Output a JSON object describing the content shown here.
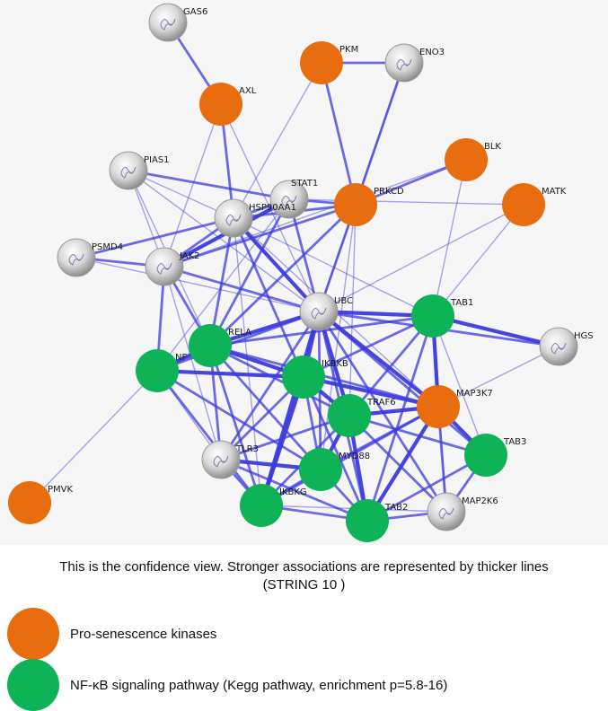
{
  "network": {
    "colors": {
      "kinase": "#e86d0e",
      "nfkb": "#0db356",
      "protein": "#d4d4d4",
      "edge": "#3b3be0"
    },
    "nodes": [
      {
        "id": "GAS6",
        "label": "GAS6",
        "group": "protein"
      },
      {
        "id": "PKM",
        "label": "PKM",
        "group": "kinase"
      },
      {
        "id": "ENO3",
        "label": "ENO3",
        "group": "protein"
      },
      {
        "id": "AXL",
        "label": "AXL",
        "group": "kinase"
      },
      {
        "id": "BLK",
        "label": "BLK",
        "group": "kinase"
      },
      {
        "id": "PIAS1",
        "label": "PIAS1",
        "group": "protein"
      },
      {
        "id": "STAT1",
        "label": "STAT1",
        "group": "protein"
      },
      {
        "id": "PRKCD",
        "label": "PRKCD",
        "group": "kinase"
      },
      {
        "id": "MATK",
        "label": "MATK",
        "group": "kinase"
      },
      {
        "id": "HSP90AA1",
        "label": "HSP90AA1",
        "group": "protein"
      },
      {
        "id": "PSMD4",
        "label": "PSMD4",
        "group": "protein"
      },
      {
        "id": "JAK2",
        "label": "JAK2",
        "group": "protein"
      },
      {
        "id": "UBC",
        "label": "UBC",
        "group": "protein"
      },
      {
        "id": "TAB1",
        "label": "TAB1",
        "group": "nfkb"
      },
      {
        "id": "RELA",
        "label": "RELA",
        "group": "nfkb"
      },
      {
        "id": "HGS",
        "label": "HGS",
        "group": "protein"
      },
      {
        "id": "NF",
        "label": "NF",
        "group": "nfkb"
      },
      {
        "id": "IKBKB",
        "label": "IKBKB",
        "group": "nfkb"
      },
      {
        "id": "MAP3K7",
        "label": "MAP3K7",
        "group": "kinase"
      },
      {
        "id": "TRAF6",
        "label": "TRAF6",
        "group": "nfkb"
      },
      {
        "id": "TAB3",
        "label": "TAB3",
        "group": "nfkb"
      },
      {
        "id": "TLR3",
        "label": "TLR3",
        "group": "protein"
      },
      {
        "id": "MYD88",
        "label": "MYD88",
        "group": "nfkb"
      },
      {
        "id": "PMVK",
        "label": "PMVK",
        "group": "kinase"
      },
      {
        "id": "IKBKG",
        "label": "IKBKG",
        "group": "nfkb"
      },
      {
        "id": "MAP2K6",
        "label": "MAP2K6",
        "group": "protein"
      },
      {
        "id": "TAB2",
        "label": "TAB2",
        "group": "nfkb"
      }
    ],
    "edges": [
      [
        "GAS6",
        "AXL",
        2
      ],
      [
        "PKM",
        "ENO3",
        2
      ],
      [
        "PKM",
        "PRKCD",
        2
      ],
      [
        "PKM",
        "HSP90AA1",
        1
      ],
      [
        "ENO3",
        "PRKCD",
        2
      ],
      [
        "ENO3",
        "UBC",
        1
      ],
      [
        "AXL",
        "HSP90AA1",
        2
      ],
      [
        "AXL",
        "JAK2",
        1
      ],
      [
        "AXL",
        "UBC",
        1
      ],
      [
        "BLK",
        "PRKCD",
        2
      ],
      [
        "BLK",
        "TAB1",
        1
      ],
      [
        "BLK",
        "JAK2",
        1
      ],
      [
        "MATK",
        "STAT1",
        1
      ],
      [
        "MATK",
        "UBC",
        1
      ],
      [
        "MATK",
        "TAB1",
        1
      ],
      [
        "PIAS1",
        "STAT1",
        2
      ],
      [
        "PIAS1",
        "HSP90AA1",
        1
      ],
      [
        "PIAS1",
        "UBC",
        1
      ],
      [
        "PIAS1",
        "RELA",
        1
      ],
      [
        "PIAS1",
        "JAK2",
        1
      ],
      [
        "STAT1",
        "JAK2",
        3
      ],
      [
        "STAT1",
        "HSP90AA1",
        2
      ],
      [
        "STAT1",
        "UBC",
        2
      ],
      [
        "STAT1",
        "PRKCD",
        2
      ],
      [
        "STAT1",
        "RELA",
        2
      ],
      [
        "STAT1",
        "NF",
        1
      ],
      [
        "PRKCD",
        "UBC",
        2
      ],
      [
        "PRKCD",
        "JAK2",
        2
      ],
      [
        "PRKCD",
        "RELA",
        2
      ],
      [
        "PRKCD",
        "HSP90AA1",
        2
      ],
      [
        "PRKCD",
        "TRAF6",
        1
      ],
      [
        "PRKCD",
        "MYD88",
        1
      ],
      [
        "HSP90AA1",
        "JAK2",
        2
      ],
      [
        "HSP90AA1",
        "UBC",
        3
      ],
      [
        "HSP90AA1",
        "IKBKB",
        2
      ],
      [
        "HSP90AA1",
        "RELA",
        2
      ],
      [
        "HSP90AA1",
        "TAB1",
        1
      ],
      [
        "HSP90AA1",
        "MAP3K7",
        1
      ],
      [
        "HSP90AA1",
        "IKBKG",
        1
      ],
      [
        "PSMD4",
        "JAK2",
        2
      ],
      [
        "PSMD4",
        "UBC",
        1
      ],
      [
        "PSMD4",
        "HSP90AA1",
        2
      ],
      [
        "JAK2",
        "UBC",
        2
      ],
      [
        "JAK2",
        "RELA",
        2
      ],
      [
        "JAK2",
        "NF",
        2
      ],
      [
        "JAK2",
        "TLR3",
        1
      ],
      [
        "UBC",
        "TAB1",
        3
      ],
      [
        "UBC",
        "RELA",
        3
      ],
      [
        "UBC",
        "NF",
        2
      ],
      [
        "UBC",
        "IKBKB",
        3
      ],
      [
        "UBC",
        "TRAF6",
        3
      ],
      [
        "UBC",
        "MAP3K7",
        3
      ],
      [
        "UBC",
        "TLR3",
        2
      ],
      [
        "UBC",
        "MYD88",
        2
      ],
      [
        "UBC",
        "IKBKG",
        3
      ],
      [
        "UBC",
        "TAB2",
        2
      ],
      [
        "UBC",
        "TAB3",
        2
      ],
      [
        "UBC",
        "MAP2K6",
        2
      ],
      [
        "UBC",
        "HGS",
        2
      ],
      [
        "TAB1",
        "HGS",
        3
      ],
      [
        "TAB1",
        "MAP3K7",
        3
      ],
      [
        "TAB1",
        "TRAF6",
        2
      ],
      [
        "TAB1",
        "TAB2",
        2
      ],
      [
        "TAB1",
        "TAB3",
        1
      ],
      [
        "TAB1",
        "IKBKB",
        2
      ],
      [
        "TAB1",
        "MAP2K6",
        1
      ],
      [
        "TAB1",
        "RELA",
        2
      ],
      [
        "RELA",
        "NF",
        3
      ],
      [
        "RELA",
        "IKBKB",
        3
      ],
      [
        "RELA",
        "TRAF6",
        2
      ],
      [
        "RELA",
        "MYD88",
        2
      ],
      [
        "RELA",
        "IKBKG",
        2
      ],
      [
        "RELA",
        "TLR3",
        2
      ],
      [
        "RELA",
        "MAP3K7",
        2
      ],
      [
        "NF",
        "IKBKB",
        3
      ],
      [
        "NF",
        "IKBKG",
        2
      ],
      [
        "NF",
        "TLR3",
        1
      ],
      [
        "NF",
        "PMVK",
        1
      ],
      [
        "NF",
        "MYD88",
        2
      ],
      [
        "IKBKB",
        "TRAF6",
        3
      ],
      [
        "IKBKB",
        "IKBKG",
        3
      ],
      [
        "IKBKB",
        "MAP3K7",
        3
      ],
      [
        "IKBKB",
        "MYD88",
        2
      ],
      [
        "IKBKB",
        "TLR3",
        2
      ],
      [
        "IKBKB",
        "TAB2",
        2
      ],
      [
        "MAP3K7",
        "TRAF6",
        3
      ],
      [
        "MAP3K7",
        "TAB2",
        3
      ],
      [
        "MAP3K7",
        "TAB3",
        3
      ],
      [
        "MAP3K7",
        "MAP2K6",
        2
      ],
      [
        "MAP3K7",
        "HGS",
        1
      ],
      [
        "MAP3K7",
        "MYD88",
        2
      ],
      [
        "MAP3K7",
        "IKBKG",
        2
      ],
      [
        "TRAF6",
        "MYD88",
        3
      ],
      [
        "TRAF6",
        "TAB2",
        3
      ],
      [
        "TRAF6",
        "TAB3",
        2
      ],
      [
        "TRAF6",
        "TLR3",
        2
      ],
      [
        "TRAF6",
        "IKBKG",
        2
      ],
      [
        "TRAF6",
        "MAP2K6",
        2
      ],
      [
        "TAB3",
        "TAB2",
        2
      ],
      [
        "TAB3",
        "MAP2K6",
        2
      ],
      [
        "TLR3",
        "MYD88",
        3
      ],
      [
        "TLR3",
        "IKBKG",
        2
      ],
      [
        "TLR3",
        "TAB2",
        2
      ],
      [
        "MYD88",
        "IKBKG",
        2
      ],
      [
        "MYD88",
        "TAB2",
        2
      ],
      [
        "IKBKG",
        "TAB2",
        2
      ],
      [
        "TAB2",
        "MAP2K6",
        2
      ],
      [
        "IKBKG",
        "MAP2K6",
        1
      ]
    ]
  },
  "caption": {
    "line1": "This is the confidence view. Stronger associations are represented by thicker lines",
    "line2": "(STRING 10 )"
  },
  "legend": {
    "kinase_label": "Pro-senescence kinases",
    "nfkb_label": "NF-κB signaling pathway (Kegg pathway, enrichment p=5.8-16)"
  }
}
